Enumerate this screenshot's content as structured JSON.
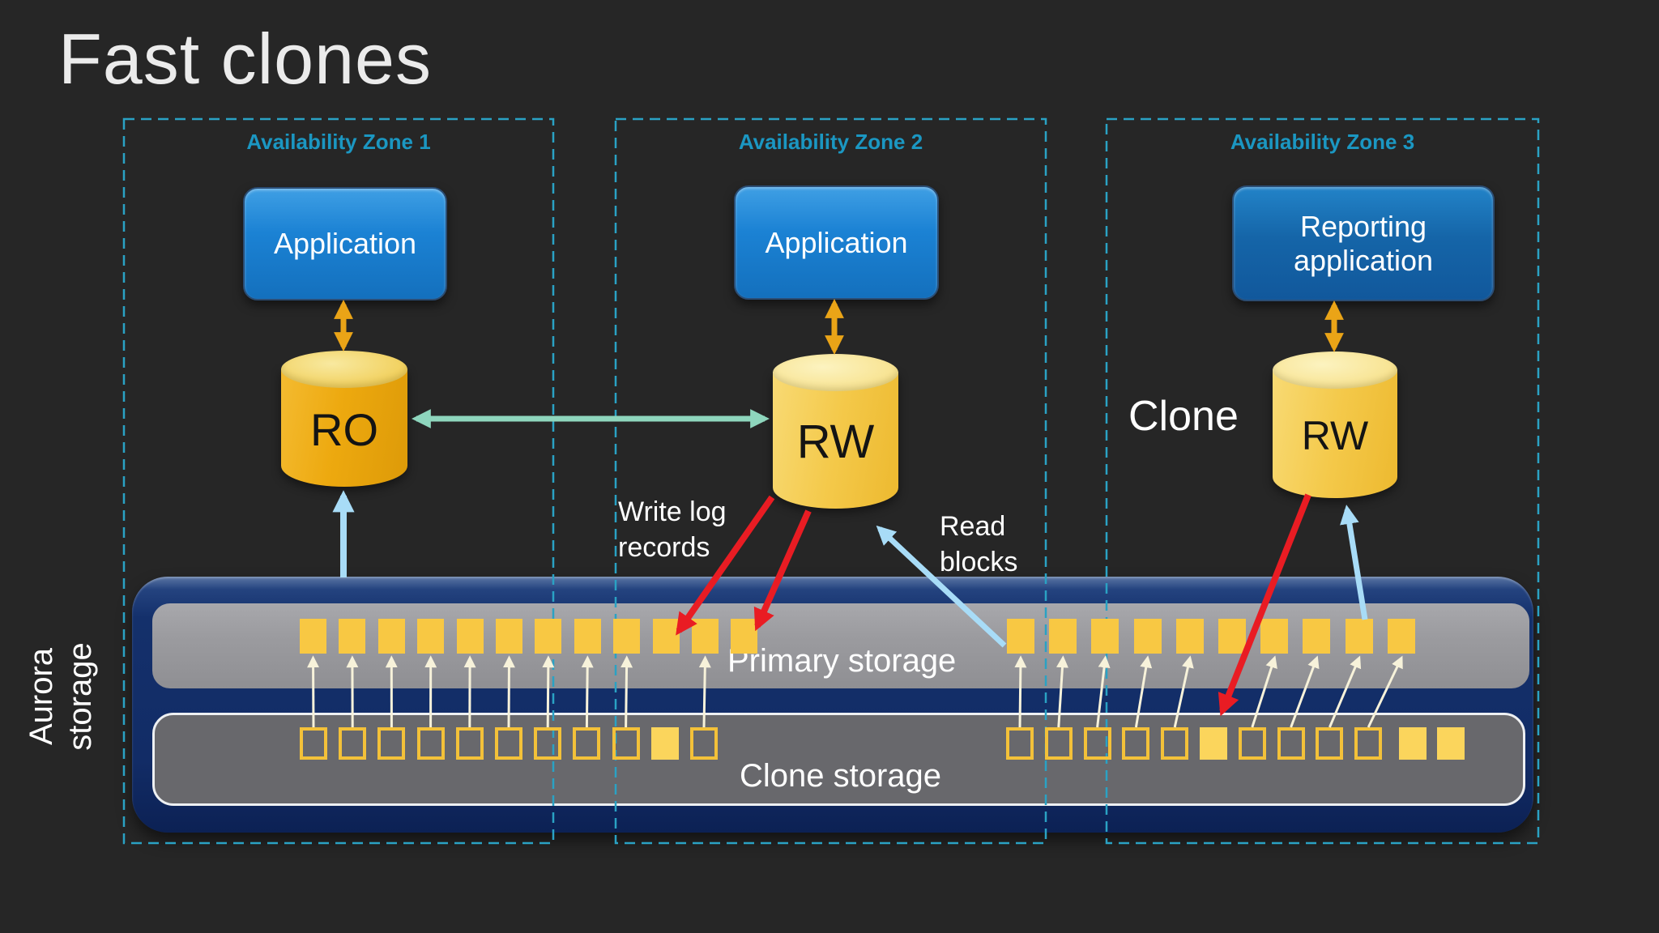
{
  "title": "Fast clones",
  "zones": [
    {
      "label": "Availability Zone 1",
      "app": "Application",
      "db": "RO"
    },
    {
      "label": "Availability Zone 2",
      "app": "Application",
      "db": "RW"
    },
    {
      "label": "Availability Zone 3",
      "app": "Reporting application",
      "db": "RW"
    }
  ],
  "annotations": {
    "write_log": "Write log records",
    "read_blocks": "Read blocks",
    "clone": "Clone"
  },
  "storage": {
    "side_label_line1": "Aurora",
    "side_label_line2": "storage",
    "primary_label": "Primary storage",
    "clone_label": "Clone storage",
    "left_cluster": {
      "primary_count": 12,
      "clone_count": 11,
      "clone_filled_index": 9
    },
    "right_cluster": {
      "primary_count": 10,
      "clone_count": 10,
      "clone_filled_index": 5,
      "extra_filled": 2
    }
  },
  "colors": {
    "background": "#262626",
    "zone_border": "#2aa2c4",
    "zone_label": "#1b97c2",
    "app_blue": "#1b82d4",
    "app_blue_dark": "#11589c",
    "cylinder_gold": "#eda90f",
    "cylinder_yellow": "#f4c94a",
    "storage_navy": "#14306b",
    "primary_gray": "#9b9b9f",
    "clone_gray": "#68686c",
    "square_yellow": "#f8c843",
    "square_fill_light": "#fbd55c",
    "arrow_orange": "#eaa417",
    "arrow_teal": "#8ed6bd",
    "arrow_lightblue": "#a8dcf7",
    "arrow_red": "#e91c23",
    "arrow_cream": "#f7f2da"
  }
}
